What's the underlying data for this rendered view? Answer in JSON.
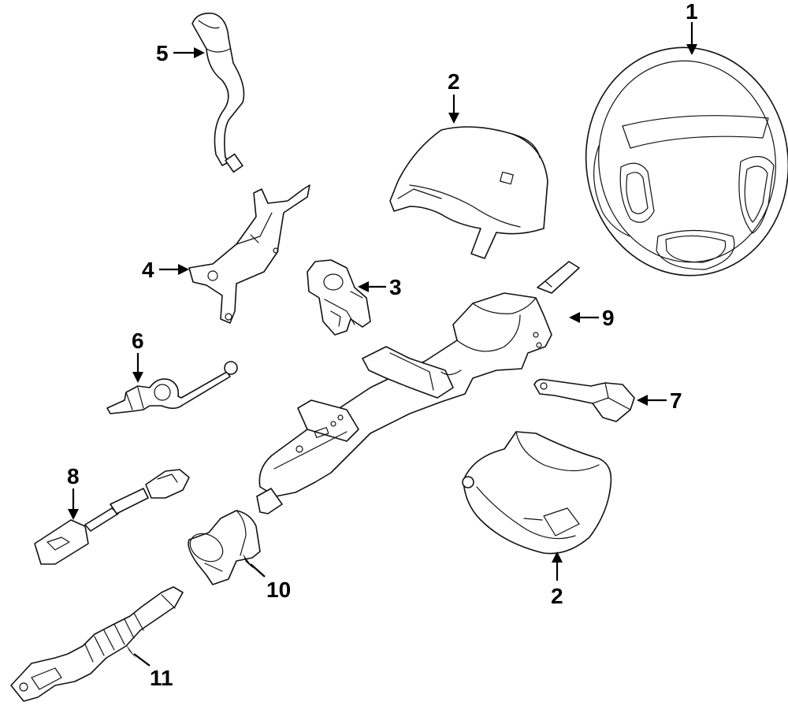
{
  "callouts": {
    "c1": "1",
    "c2_upper": "2",
    "c2_lower": "2",
    "c3": "3",
    "c4": "4",
    "c5": "5",
    "c6": "6",
    "c7": "7",
    "c8": "8",
    "c9": "9",
    "c10": "10",
    "c11": "11"
  }
}
